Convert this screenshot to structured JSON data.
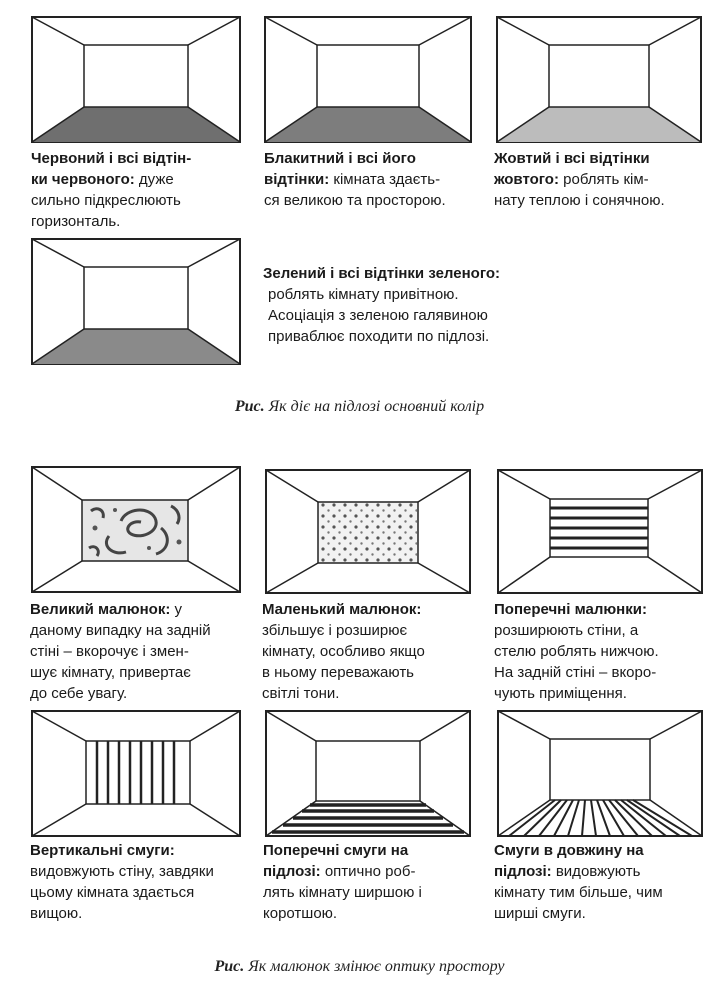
{
  "figure1": {
    "caption_prefix": "Рис.",
    "caption_text": " Як діє на підлозі основний колір",
    "items": [
      {
        "title": "Червоний і всі відтін-ки червоного:",
        "title_l1": "Червоний і всі відтін-",
        "title_l2": "ки червоного:",
        "text": " дуже сильно підкреслюють горизонталь.",
        "text_l1": " дуже",
        "text_l2": "сильно підкреслюють",
        "text_l3": "горизонталь.",
        "floor_color": "#6f6f6f"
      },
      {
        "title": "Блакитний і всі його відтінки:",
        "title_l1": "Блакитний і всі його",
        "title_l2": "відтінки:",
        "text": " кімната здаєть-ся великою та просторою.",
        "text_l1": " кімната здаєть-",
        "text_l2": "ся великою та просторою.",
        "floor_color": "#7d7d7d"
      },
      {
        "title": "Жовтий і всі відтінки жовтого:",
        "title_l1": "Жовтий і всі відтінки",
        "title_l2": "жовтого:",
        "text": " роблять кім-нату теплою і сонячною.",
        "text_l1": " роблять кім-",
        "text_l2": "нату теплою і сонячною.",
        "floor_color": "#bcbcbc"
      },
      {
        "title": "Зелений і всі відтінки зеленого:",
        "text_l1": "роблять кімнату привітною.",
        "text_l2": "Асоціація з зеленою галявиною",
        "text_l3": "приваблює походити по підлозі.",
        "floor_color": "#8a8a8a"
      }
    ]
  },
  "figure2": {
    "caption_prefix": "Рис.",
    "caption_text": " Як малюнок змінює оптику простору",
    "items": [
      {
        "title": "Великий малюнок:",
        "title_tail": " у",
        "l2": "даному випадку на задній",
        "l3": "стіні – вкорочує і змен-",
        "l4": "шує кімнату, привертає",
        "l5": "до себе увагу."
      },
      {
        "title": "Маленький малюнок:",
        "l2": "збільшує і розширює",
        "l3": "кімнату, особливо якщо",
        "l4": "в ньому переважають",
        "l5": "світлі тони."
      },
      {
        "title": "Поперечні малюнки:",
        "l2": "розширюють стіни, а",
        "l3": "стелю роблять нижчою.",
        "l4": "На задній стіні – вкоро-",
        "l5": "чують приміщення."
      },
      {
        "title": "Вертикальні смуги:",
        "l2": "видовжують стіну, завдяки",
        "l3": "цьому кімната здається",
        "l4": "вищою."
      },
      {
        "title": "Поперечні смуги на",
        "title2": "підлозі:",
        "l2_tail": " оптично роб-",
        "l3": "лять кімнату ширшою і",
        "l4": "коротшою."
      },
      {
        "title": "Смуги в довжину на",
        "title2": "підлозі:",
        "l2_tail": " видовжують",
        "l3": "кімнату тим більше, чим",
        "l4": "ширші смуги."
      }
    ]
  }
}
